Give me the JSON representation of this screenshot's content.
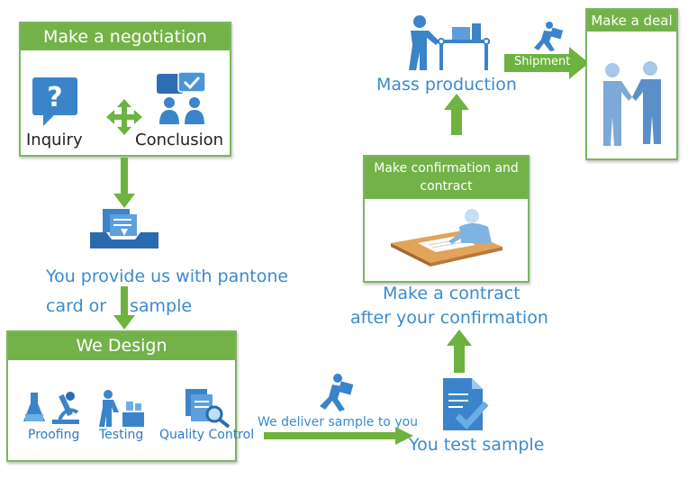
{
  "negotiation": {
    "title": "Make a negotiation",
    "inquiry": "Inquiry",
    "conclusion": "Conclusion"
  },
  "provide": {
    "line1": "You provide us with pantone",
    "line2": "card or",
    "line3": "sample"
  },
  "design": {
    "title": "We Design",
    "proofing": "Proofing",
    "testing": "Testing",
    "quality": "Quality Control"
  },
  "deliver": "We deliver sample to you",
  "test_sample": "You test sample",
  "contract_text": {
    "line1": "Make a contract",
    "line2": "after your confirmation"
  },
  "confirm_box": {
    "line1": "Make confirmation and",
    "line2": "contract"
  },
  "mass_production": "Mass production",
  "shipment": "Shipment",
  "deal": "Make a deal",
  "colors": {
    "green": "#73b248",
    "arrow_green": "#6db33f",
    "blue_text": "#3a8bd0",
    "icon_blue": "#3b84c9"
  }
}
